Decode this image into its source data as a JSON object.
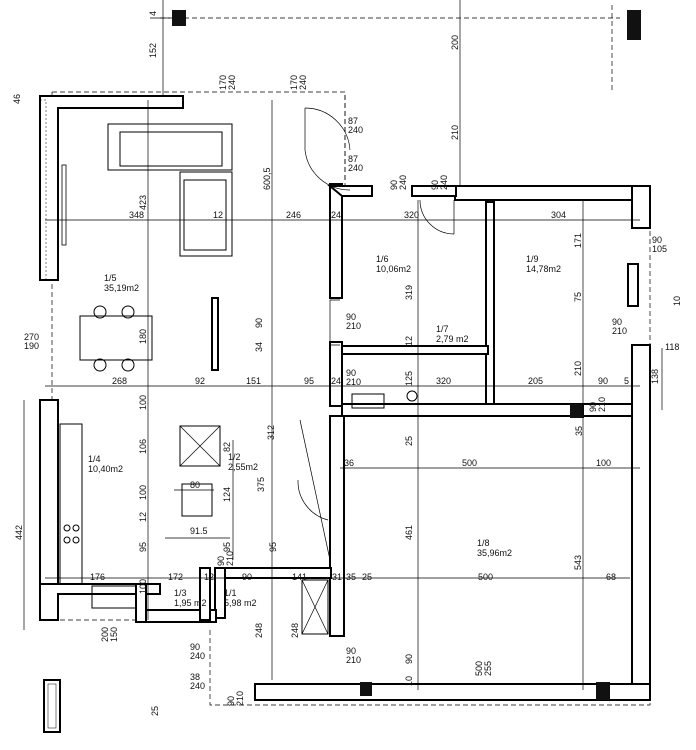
{
  "rooms": [
    {
      "id": "r15",
      "number": "1/5",
      "area": "35,19m2"
    },
    {
      "id": "r16",
      "number": "1/6",
      "area": "10,06m2"
    },
    {
      "id": "r17",
      "number": "1/7",
      "area": "2,79 m2"
    },
    {
      "id": "r19",
      "number": "1/9",
      "area": "14,78m2"
    },
    {
      "id": "r14",
      "number": "1/4",
      "area": "10,40m2"
    },
    {
      "id": "r12",
      "number": "1/2",
      "area": "2,55m2"
    },
    {
      "id": "r18",
      "number": "1/8",
      "area": "35,96m2"
    },
    {
      "id": "r13",
      "number": "1/3",
      "area": "1,95 m2"
    },
    {
      "id": "r11",
      "number": "1/1",
      "area": "5,98 m2"
    }
  ],
  "dimensions": {
    "d_top_4": "4",
    "d_152": "152",
    "d_200": "200",
    "d_46": "46",
    "d_170a": "170",
    "d_240a": "240",
    "d_170b": "170",
    "d_240b": "240",
    "d_87a": "87",
    "d_240c": "240",
    "d_87b": "87",
    "d_240d": "240",
    "d_210": "210",
    "d_423": "423",
    "d_600_5": "600,5",
    "d_90a": "90",
    "d_240e": "240",
    "d_90b": "90",
    "d_240f": "240",
    "d_348": "348",
    "d_12a": "12",
    "d_246": "246",
    "d_24a": "24",
    "d_320a": "320",
    "d_304": "304",
    "d_171": "171",
    "d_90c": "90",
    "d_105": "105",
    "d_319": "319",
    "d_75": "75",
    "d_10": "10",
    "d_270": "270",
    "d_190": "190",
    "d_180": "180",
    "d_90d": "90",
    "d_34": "34",
    "d_90e": "90",
    "d_210b": "210",
    "d_12b": "12",
    "d_90f": "90",
    "d_210c": "210",
    "d_118": "118",
    "d_268": "268",
    "d_92": "92",
    "d_151": "151",
    "d_95a": "95",
    "d_24b": "24",
    "d_90g": "90",
    "d_210d": "210",
    "d_125": "125",
    "d_320b": "320",
    "d_205": "205",
    "d_210e": "210",
    "d_90h": "90",
    "d_5": "5",
    "d_138": "138",
    "d_100a": "100",
    "d_312": "312",
    "d_90i": "90",
    "d_210f": "210",
    "d_35": "35",
    "d_25a": "25",
    "d_106": "106",
    "d_82": "82",
    "d_375": "375",
    "d_36": "36",
    "d_500a": "500",
    "d_100b": "100",
    "d_442": "442",
    "d_80": "80",
    "d_100c": "100",
    "d_124": "124",
    "d_12c": "12",
    "d_461": "461",
    "d_543": "543",
    "d_91_5": "91.5",
    "d_95b": "95",
    "d_95c": "95",
    "d_95d": "95",
    "d_90j": "90",
    "d_210g": "210",
    "d_176": "176",
    "d_172": "172",
    "d_12d": "12",
    "d_90k": "90",
    "d_141": "141",
    "d_31": "31",
    "d_35b": "35",
    "d_25b": "25",
    "d_500b": "500",
    "d_68": "68",
    "d_100d": "100",
    "d_248a": "248",
    "d_248b": "248",
    "d_200b": "200",
    "d_150": "150",
    "d_90l": "90",
    "d_240g": "240",
    "d_90m": "90",
    "d_210h": "210",
    "d_10b": "10",
    "d_90n": "90",
    "d_500c": "500",
    "d_255": "255",
    "d_38": "38",
    "d_240h": "240",
    "d_90o": "90",
    "d_210i": "210",
    "d_25c": "25"
  }
}
